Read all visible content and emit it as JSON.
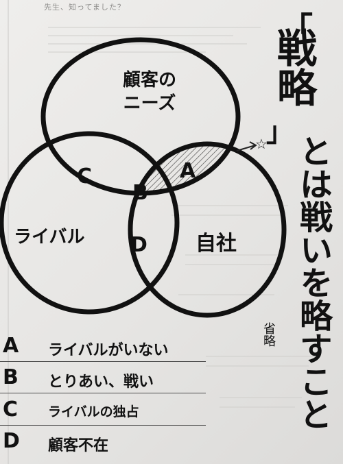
{
  "header_note": "先生、知ってました？",
  "margin_fragments": "",
  "venn": {
    "circle_top_label": "顧客のニーズ",
    "circle_left_label": "ライバル",
    "circle_right_label": "自社",
    "region_a": "A",
    "region_b": "B",
    "region_c": "C",
    "region_d": "D",
    "star_marker": "☆"
  },
  "headline": {
    "open_bracket": "「",
    "line_1": "戦略",
    "close_bracket": "」",
    "line_2": "とは戦いを略すこと",
    "annotation": "省略"
  },
  "legend": [
    {
      "key": "A",
      "text": "ライバルがいない"
    },
    {
      "key": "B",
      "text": "とりあい、戦い"
    },
    {
      "key": "C",
      "text": "ライバルの独占"
    },
    {
      "key": "D",
      "text": "顧客不在"
    }
  ]
}
